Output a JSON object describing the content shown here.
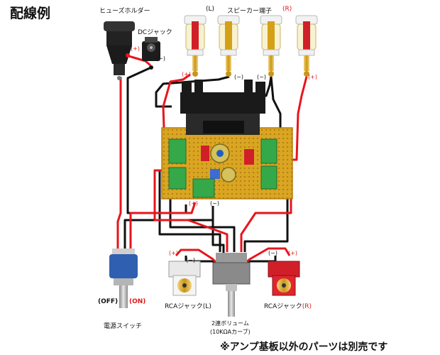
{
  "header": {
    "title": "配線例"
  },
  "labels": {
    "fuse_holder": "ヒューズホルダー",
    "dc_jack": "DCジャック",
    "speaker_terminal": "スピーカー端子",
    "speaker_l": "(L)",
    "speaker_r": "(R)",
    "plus": "(+)",
    "minus": "(−)",
    "switch_off": "(OFF)",
    "switch_on": "(ON)",
    "power_switch": "電源スイッチ",
    "rca_l": "RCAジャック(L)",
    "rca_r_prefix": "RCAジャック",
    "rca_r_suffix": "(R)",
    "volume_name": "2連ボリューム",
    "volume_spec": "(10KΩAカーブ)"
  },
  "footer": {
    "note": "※アンプ基板以外のパーツは別売です"
  },
  "colors": {
    "wire_red": "#e8141c",
    "wire_black": "#111111",
    "pcb": "#d9a522",
    "terminal_green": "#35a84a",
    "gold": "#d4a017",
    "cap_red": "#d11f2a"
  }
}
